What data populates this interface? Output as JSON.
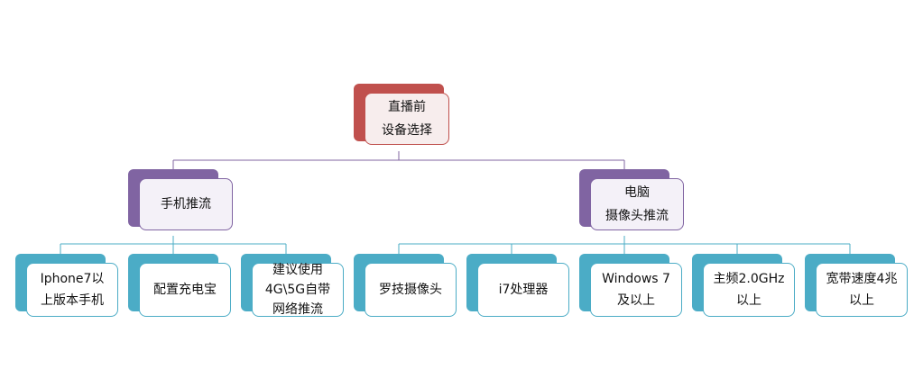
{
  "root": {
    "lines": [
      "直播前",
      "设备选择"
    ]
  },
  "branches": [
    {
      "lines": [
        "手机推流"
      ],
      "children": [
        {
          "lines": [
            "Iphone7以",
            "上版本手机"
          ]
        },
        {
          "lines": [
            "配置充电宝"
          ]
        },
        {
          "lines": [
            "建议使用",
            "4G\\5G自带",
            "网络推流"
          ]
        }
      ]
    },
    {
      "lines": [
        "电脑",
        "摄像头推流"
      ],
      "children": [
        {
          "lines": [
            "罗技摄像头"
          ]
        },
        {
          "lines": [
            "i7处理器"
          ]
        },
        {
          "lines": [
            "Windows 7",
            "及以上"
          ]
        },
        {
          "lines": [
            "主频2.0GHz",
            "以上"
          ]
        },
        {
          "lines": [
            "宽带速度4兆",
            "以上"
          ]
        }
      ]
    }
  ],
  "colors": {
    "root": "#c0504d",
    "branch": "#8064a2",
    "leaf": "#4bacc6",
    "connector_top": "#8064a2",
    "connector_leaf": "#4bacc6"
  }
}
